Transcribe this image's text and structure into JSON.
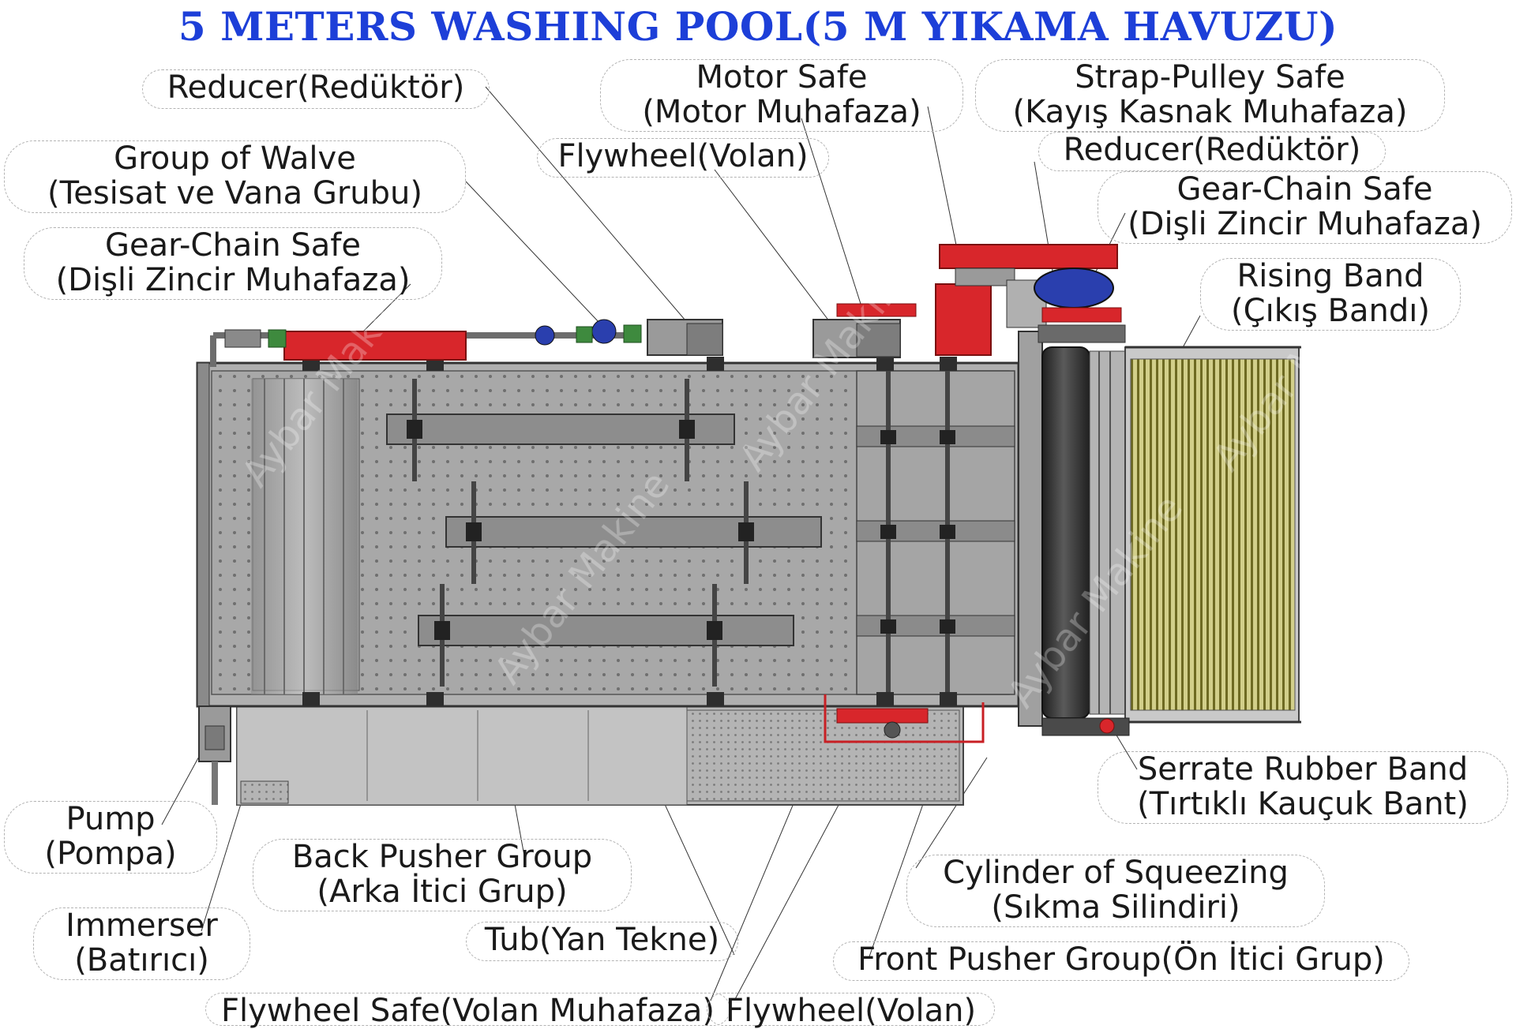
{
  "title": "5 METERS WASHING POOL(5 M YIKAMA HAVUZU)",
  "watermark": "Aybar Makine",
  "labels": {
    "reducer_left": {
      "line1": "Reducer(Redüktör)"
    },
    "motor_safe": {
      "line1": "Motor Safe",
      "line2": "(Motor Muhafaza)"
    },
    "strap_pulley_safe": {
      "line1": "Strap-Pulley Safe",
      "line2": "(Kayış Kasnak Muhafaza)"
    },
    "group_of_walve": {
      "line1": "Group of Walve",
      "line2": "(Tesisat ve Vana Grubu)"
    },
    "flywheel_top": {
      "line1": "Flywheel(Volan)"
    },
    "reducer_right": {
      "line1": "Reducer(Redüktör)"
    },
    "gear_chain_safe_right": {
      "line1": "Gear-Chain Safe",
      "line2": "(Dişli Zincir Muhafaza)"
    },
    "gear_chain_safe_left": {
      "line1": "Gear-Chain Safe",
      "line2": "(Dişli Zincir Muhafaza)"
    },
    "rising_band": {
      "line1": "Rising Band",
      "line2": "(Çıkış Bandı)"
    },
    "serrate_rubber_band": {
      "line1": "Serrate Rubber Band",
      "line2": "(Tırtıklı Kauçuk Bant)"
    },
    "pump": {
      "line1": "Pump",
      "line2": "(Pompa)"
    },
    "back_pusher_group": {
      "line1": "Back Pusher Group",
      "line2": "(Arka İtici Grup)"
    },
    "cylinder_of_squeezing": {
      "line1": "Cylinder of Squeezing",
      "line2": "(Sıkma Silindiri)"
    },
    "immerser": {
      "line1": "Immerser",
      "line2": "(Batırıcı)"
    },
    "tub": {
      "line1": "Tub(Yan Tekne)"
    },
    "front_pusher_group": {
      "line1": "Front Pusher Group(Ön İtici Grup)"
    },
    "flywheel_safe": {
      "line1": "Flywheel Safe(Volan Muhafaza)"
    },
    "flywheel_bottom": {
      "line1": "Flywheel(Volan)"
    }
  },
  "colors": {
    "title": "#1d3fd8",
    "frame_gray": "#9a9a9a",
    "frame_dark": "#5a5a5a",
    "guard_red": "#d8262b",
    "motor_blue": "#2a3fae",
    "band_yellow": "#b9b34a",
    "cylinder_dark": "#3c3c3c"
  }
}
